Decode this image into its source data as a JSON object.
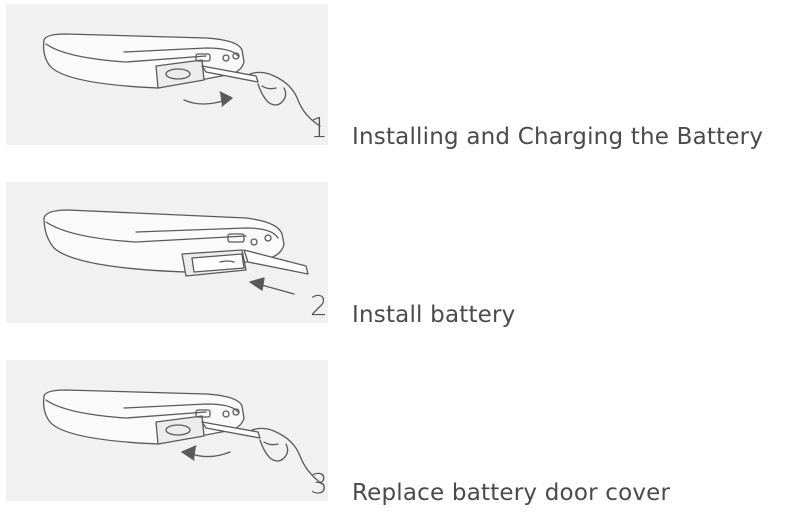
{
  "steps": [
    {
      "number": "1",
      "title": "Installing and Charging the Battery",
      "illustration": "open-battery-door-illustration"
    },
    {
      "number": "2",
      "title": "Install battery",
      "illustration": "insert-battery-illustration"
    },
    {
      "number": "3",
      "title": "Replace battery door cover",
      "illustration": "close-battery-door-illustration"
    }
  ],
  "colors": {
    "panel_background": "#f1f1f1",
    "line_art": "#5a5a5a",
    "text": "#4a4a4a"
  }
}
